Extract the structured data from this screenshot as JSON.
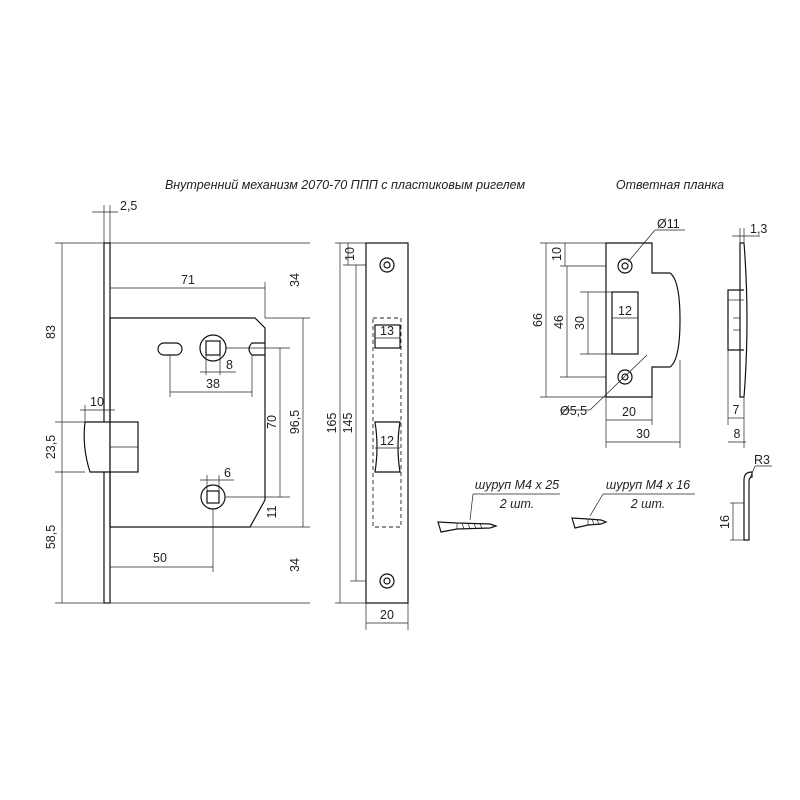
{
  "titles": {
    "mechanism": "Внутренний механизм 2070-70 ППП с пластиковым ригелем",
    "strike": "Ответная планка"
  },
  "dims": {
    "d2_5": "2,5",
    "d83": "83",
    "d23_5": "23,5",
    "d58_5": "58,5",
    "d10": "10",
    "d71": "71",
    "d8": "8",
    "d38": "38",
    "d70": "70",
    "d96_5": "96,5",
    "d6": "6",
    "d50": "50",
    "d11": "11",
    "d34_top": "34",
    "d34_bot": "34",
    "d10_plate": "10",
    "d165": "165",
    "d145": "145",
    "d13": "13",
    "d12_plate": "12",
    "d20_plate": "20",
    "phi11": "Ø11",
    "d10_strike": "10",
    "d66": "66",
    "d46": "46",
    "d30_v": "30",
    "d12_strike": "12",
    "phi5_5": "Ø5,5",
    "d20_strike": "20",
    "d30_strike": "30",
    "d1_3": "1,3",
    "d7": "7",
    "d8_side": "8",
    "r3": "R3",
    "d16": "16"
  },
  "screws": {
    "long_label": "шуруп М4 х 25",
    "long_qty": "2 шт.",
    "short_label": "шуруп М4 х 16",
    "short_qty": "2 шт."
  }
}
